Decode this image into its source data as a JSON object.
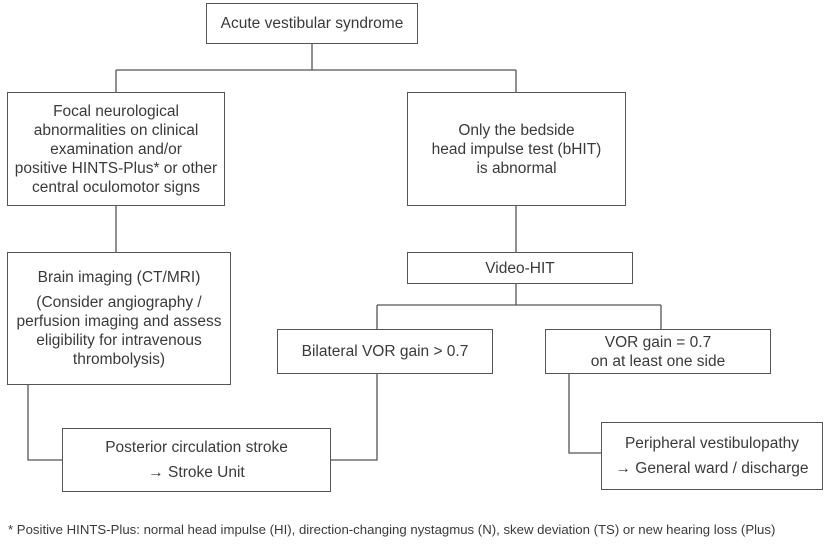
{
  "nodes": {
    "root": {
      "line1": "Acute vestibular syndrome"
    },
    "focal": {
      "line1": "Focal neurological",
      "line2": "abnormalities on clinical",
      "line3": "examination and/or",
      "line4": "positive HINTS-Plus* or other",
      "line5": "central oculomotor signs"
    },
    "bhit": {
      "line1": "Only the bedside",
      "line2": "head impulse test (bHIT)",
      "line3": "is abnormal"
    },
    "imaging": {
      "line1": "Brain imaging (CT/MRI)",
      "line2": "(Consider angiography /",
      "line3": "perfusion imaging and assess",
      "line4": "eligibility for intravenous",
      "line5": "thrombolysis)"
    },
    "videohit": {
      "line1": "Video-HIT"
    },
    "bilateral": {
      "line1": "Bilateral VOR gain > 0.7"
    },
    "vorgain": {
      "line1": "VOR gain = 0.7",
      "line2": "on at least one side"
    },
    "stroke": {
      "line1": "Posterior circulation stroke",
      "line2": "→ Stroke Unit"
    },
    "peripheral": {
      "line1": "Peripheral vestibulopathy",
      "line2": "→ General ward / discharge"
    }
  },
  "footnote": "* Positive HINTS-Plus: normal head impulse (HI), direction-changing nystagmus (N), skew deviation (TS) or new hearing loss (Plus)",
  "colors": {
    "line": "#555555",
    "text": "#3a3a3a",
    "background": "#ffffff"
  }
}
